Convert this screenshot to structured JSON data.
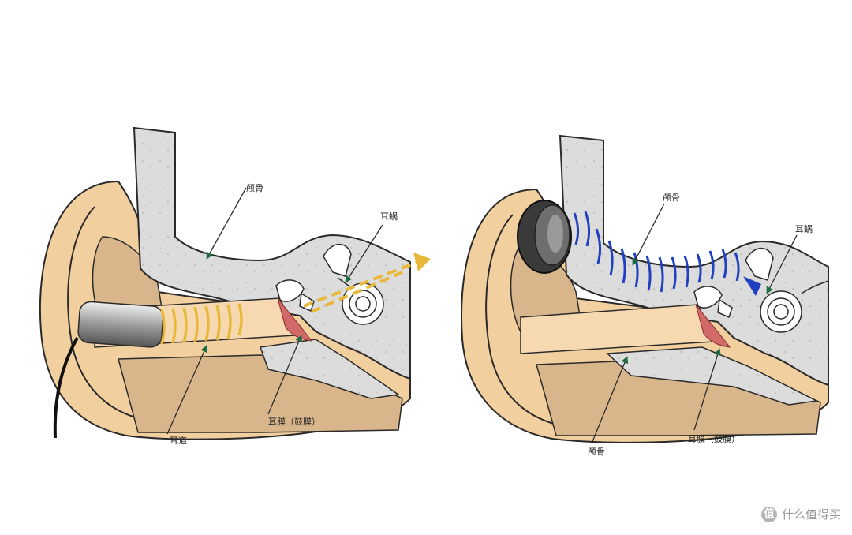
{
  "left_panel": {
    "labels": {
      "bone_top": "颅骨",
      "cochlea": "耳蜗",
      "ear_canal": "耳道",
      "eardrum": "耳膜（鼓膜）"
    }
  },
  "right_panel": {
    "labels": {
      "bone_top": "颅骨",
      "cochlea": "耳蜗",
      "bone_bottom": "颅骨",
      "eardrum": "耳膜（鼓膜）"
    }
  },
  "watermark": {
    "logo": "值",
    "text": "什么值得买"
  },
  "colors": {
    "skin": "#f2cf9f",
    "skin_dark": "#d8b58a",
    "bone": "#dcdcdc",
    "canal": "#f6d9b0",
    "arrow_green": "#1f6b45",
    "sound_yellow": "#e8b83a",
    "vibration_blue": "#2040c0",
    "eardrum_red": "#d26a6a"
  }
}
